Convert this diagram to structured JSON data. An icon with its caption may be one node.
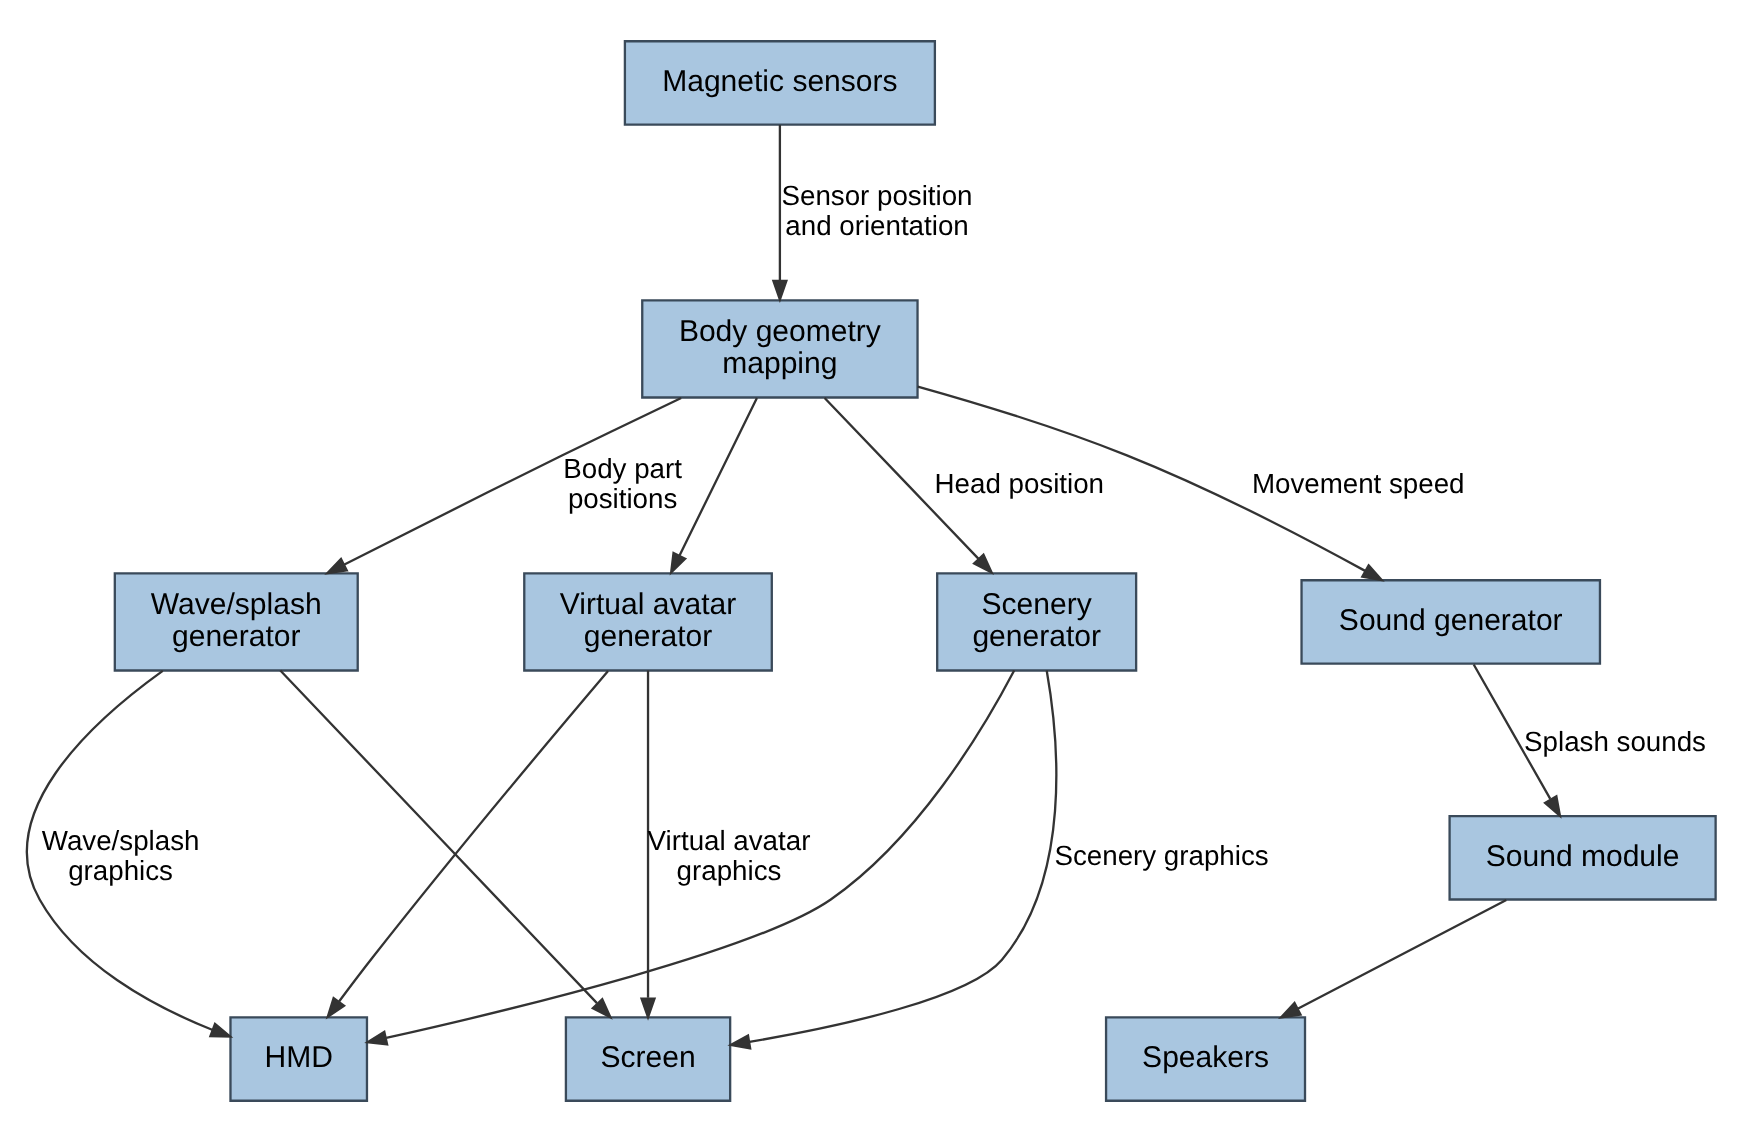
{
  "diagram": {
    "nodes": [
      {
        "text": [
          "Magnetic sensors"
        ]
      },
      {
        "text": [
          "Body geometry mapping"
        ]
      },
      {
        "text": [
          "Wave/splash generator"
        ]
      },
      {
        "text": [
          "Virtual avatar generator"
        ]
      },
      {
        "text": [
          "Scenery generator"
        ]
      },
      {
        "text": [
          "Sound generator"
        ]
      },
      {
        "text": [
          "Sound module"
        ]
      },
      {
        "text": [
          "HMD"
        ]
      },
      {
        "text": [
          "Screen"
        ]
      },
      {
        "text": [
          "Speakers"
        ]
      }
    ],
    "edges": [
      {
        "from": 0,
        "to": 1,
        "arrow": "to",
        "label": "Sensor position and orientation"
      },
      {
        "from": 1,
        "to": 2,
        "arrow": "to",
        "label": "Body part positions"
      },
      {
        "from": 1,
        "to": 3,
        "arrow": "to"
      },
      {
        "from": 1,
        "to": 4,
        "arrow": "to",
        "label": "Head position"
      },
      {
        "from": 1,
        "to": 5,
        "arrow": "to",
        "label": "Movement speed"
      },
      {
        "from": 2,
        "to": 7,
        "arrow": "to",
        "label": "Wave/splash graphics"
      },
      {
        "from": 2,
        "to": 8,
        "arrow": "to"
      },
      {
        "from": 3,
        "to": 7,
        "arrow": "to"
      },
      {
        "from": 3,
        "to": 8,
        "arrow": "to",
        "label": "Virtual avatar graphics"
      },
      {
        "from": 4,
        "to": 7,
        "arrow": "to"
      },
      {
        "from": 4,
        "to": 8,
        "arrow": "to",
        "label": "Scenery graphics"
      },
      {
        "from": 5,
        "to": 6,
        "arrow": "to",
        "label": "Splash sounds"
      },
      {
        "from": 6,
        "to": 9,
        "arrow": "to"
      }
    ]
  }
}
